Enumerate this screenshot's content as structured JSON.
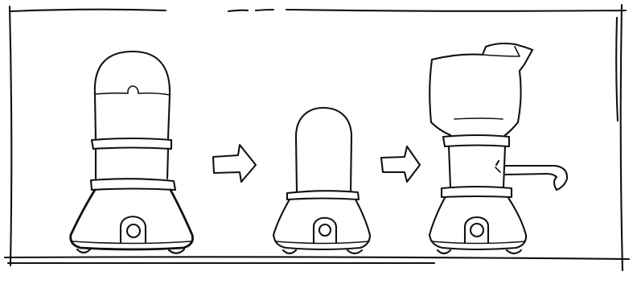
{
  "diagram": {
    "style": "pencil-sketch",
    "ink_color": "#111111",
    "background_color": "#ffffff",
    "stages": [
      {
        "name": "tall-jar-on-base"
      },
      {
        "name": "short-jar-on-base"
      },
      {
        "name": "jar-with-spout-on-base"
      }
    ],
    "arrows": [
      {
        "from": "tall-jar-on-base",
        "to": "short-jar-on-base"
      },
      {
        "from": "short-jar-on-base",
        "to": "jar-with-spout-on-base"
      }
    ]
  }
}
